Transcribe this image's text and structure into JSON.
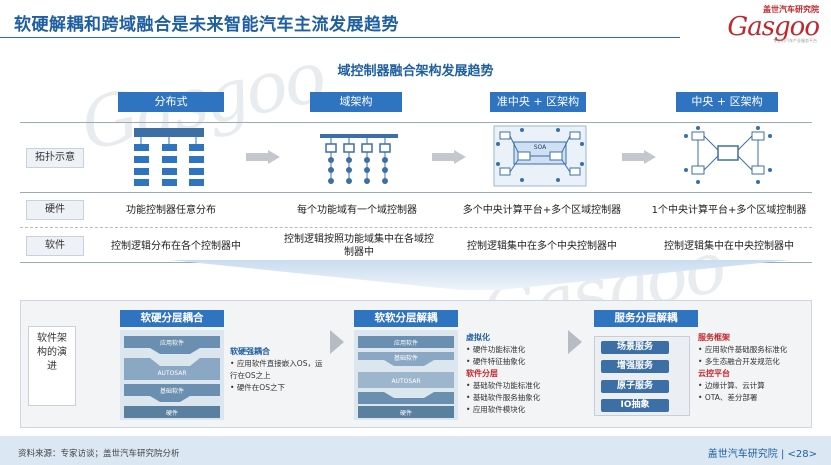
{
  "header": {
    "title": "软硬解耦和跨域融合是未来智能汽车主流发展趋势",
    "logo_cn": "盖世汽车研究院",
    "logo_mark": "Gasgoo",
    "logo_sub": "专业的汽车产业服务平台"
  },
  "section_title": "域控制器融合架构发展趋势",
  "columns": [
    {
      "label": "分布式"
    },
    {
      "label": "域架构"
    },
    {
      "label": "准中央 + 区架构"
    },
    {
      "label": "中央 + 区架构"
    }
  ],
  "rows": {
    "topology": {
      "label": "拓扑示意",
      "soa_label": "SOA"
    },
    "hardware": {
      "label": "硬件",
      "cells": [
        "功能控制器任意分布",
        "每个功能域有一个域控制器",
        "多个中央计算平台+多个区域控制器",
        "1个中央计算平台+多个区域控制器"
      ]
    },
    "software": {
      "label": "软件",
      "cells": [
        "控制逻辑分布在各个控制器中",
        "控制逻辑按照功能域集中在各域控制器中",
        "控制逻辑集中在多个中央控制器中",
        "控制逻辑集中在中央控制器中"
      ]
    }
  },
  "evolution": {
    "label": "软件架构的演进",
    "sections": [
      {
        "title": "软硬分层耦合",
        "layers": [
          "应用软件",
          "AUTOSAR",
          "基础软件",
          "硬件"
        ],
        "notes": {
          "heading": "软硬强耦合",
          "bullets": [
            "应用软件直接嵌入OS，运行在OS之上",
            "硬件在OS之下"
          ]
        }
      },
      {
        "title": "软软分层解耦",
        "layers": [
          "应用软件",
          "基础软件",
          "AUTOSAR",
          "硬件"
        ],
        "notes": {
          "groups": [
            {
              "heading": "虚拟化",
              "bullets": [
                "硬件功能标准化",
                "硬件特征抽象化"
              ]
            },
            {
              "heading": "软件分层",
              "bullets": [
                "基础软件功能标准化",
                "基础软件服务抽象化",
                "应用软件模块化"
              ]
            }
          ]
        }
      },
      {
        "title": "服务分层解耦",
        "layers": [
          "场景服务",
          "增强服务",
          "原子服务",
          "IO抽象"
        ],
        "notes": {
          "groups": [
            {
              "heading": "服务框架",
              "bullets": [
                "应用软件基础服务标准化",
                "多生态融合开发规范化"
              ]
            },
            {
              "heading": "云控平台",
              "bullets": [
                "边缘计算、云计算",
                "OTA、差分部署"
              ]
            }
          ]
        }
      }
    ]
  },
  "footer": {
    "source": "资料来源：专家访谈；盖世汽车研究院分析",
    "brand": "盖世汽车研究院",
    "page": "<28>"
  },
  "colors": {
    "accent": "#2f74c0",
    "title": "#1f5fa0",
    "brand_red": "#c0282d"
  }
}
